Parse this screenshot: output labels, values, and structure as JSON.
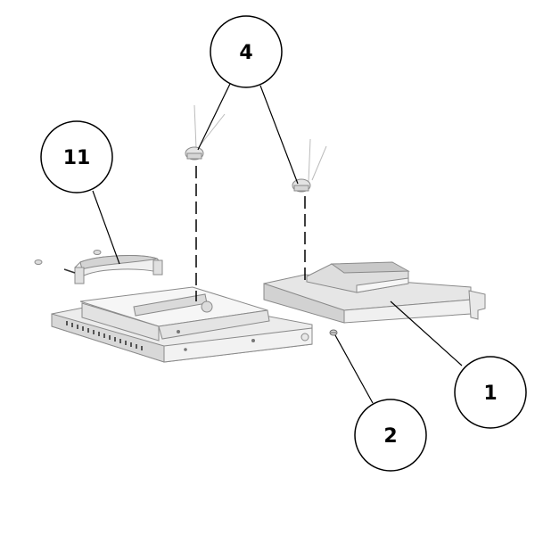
{
  "diagram": {
    "callouts": [
      {
        "id": "callout-4",
        "label": "4"
      },
      {
        "id": "callout-11",
        "label": "11"
      },
      {
        "id": "callout-1",
        "label": "1"
      },
      {
        "id": "callout-2",
        "label": "2"
      }
    ],
    "colors": {
      "outline": "#000000",
      "part_stroke": "#8a8a8a",
      "part_fill": "#e6e6e6",
      "part_face": "#f4f4f4",
      "part_shadow": "#c8c8c8",
      "background": "#ffffff"
    }
  }
}
